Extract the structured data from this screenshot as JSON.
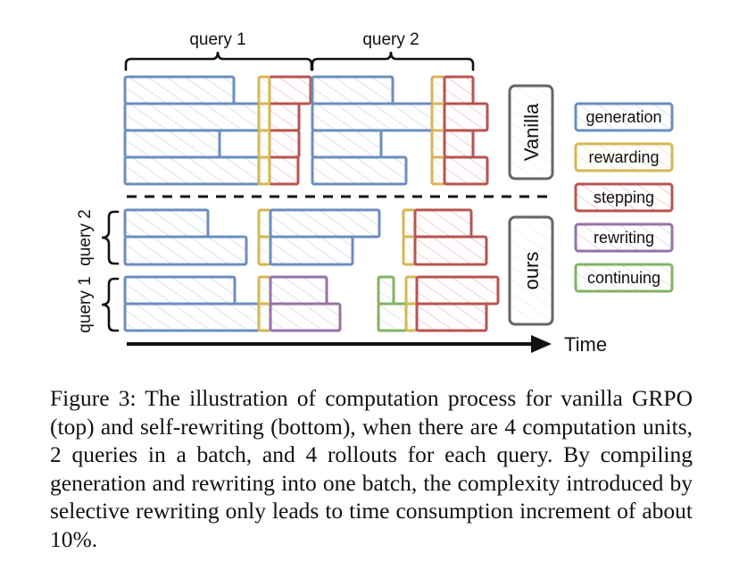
{
  "figure": {
    "top_brace_labels": [
      "query 1",
      "query 2"
    ],
    "side_brace_labels": [
      "query 2",
      "query 1"
    ],
    "section_labels": {
      "top": "Vanilla",
      "bottom": "ours"
    },
    "axis_label": "Time",
    "legend": [
      {
        "label": "generation",
        "color": "#6c8ebf"
      },
      {
        "label": "rewarding",
        "color": "#d6b656"
      },
      {
        "label": "stepping",
        "color": "#b85450"
      },
      {
        "label": "rewriting",
        "color": "#9673a6"
      },
      {
        "label": "continuing",
        "color": "#82b366"
      }
    ],
    "colors": {
      "generation": "#6c8ebf",
      "rewarding": "#d6b656",
      "stepping": "#b85450",
      "rewriting": "#9673a6",
      "continuing": "#82b366",
      "section_box": "#666666"
    }
  },
  "caption": "Figure 3: The illustration of computation process for vanilla GRPO (top) and self-rewriting (bottom), when there are 4 computation units, 2 queries in a batch, and 4 rollouts for each query. By compiling generation and rewriting into one batch, the complexity introduced by selective rewriting only leads to time consumption increment of about 10%."
}
